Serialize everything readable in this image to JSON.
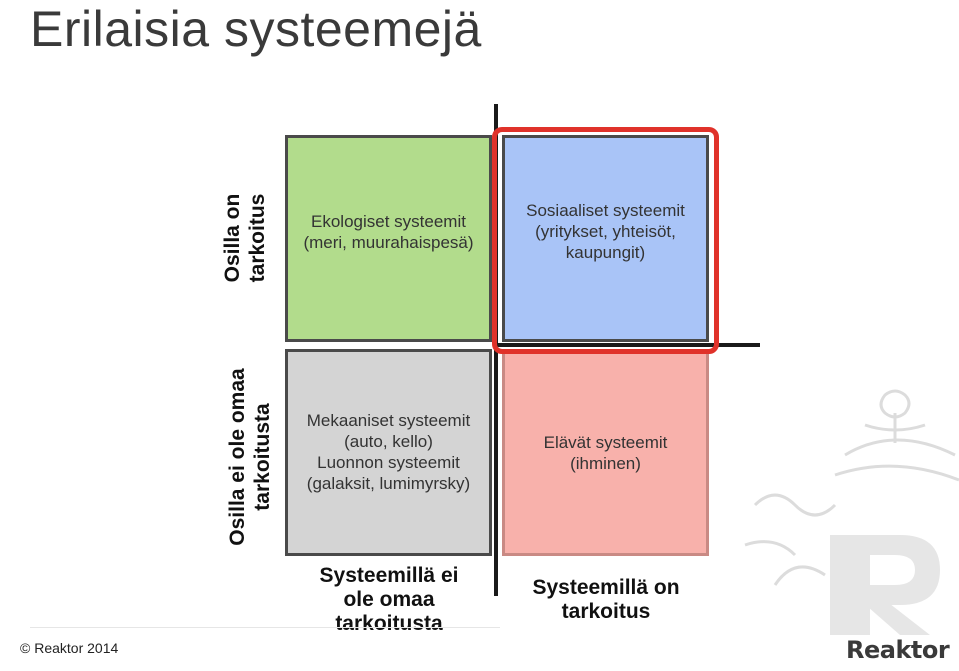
{
  "title": "Erilaisia systeemejä",
  "rows": {
    "top": "Osilla on\ntarkoitus",
    "bottom": "Osilla ei ole omaa\ntarkoitusta"
  },
  "columns": {
    "left": "Systeemillä ei\nole omaa\ntarkoitusta",
    "right": "Systeemillä on\ntarkoitus"
  },
  "quadrants": {
    "top_left": {
      "text": "Ekologiset systeemit\n(meri, muurahaispesä)",
      "color": "#b2dc8c"
    },
    "top_right": {
      "text": "Sosiaaliset systeemit\n(yritykset, yhteisöt,\nkaupungit)",
      "color": "#a9c4f7"
    },
    "bottom_left": {
      "text": "Mekaaniset systeemit\n(auto, kello)\nLuonnon systeemit\n(galaksit, lumimyrsky)",
      "color": "#d4d4d4"
    },
    "bottom_right": {
      "text": "Elävät systeemit\n(ihminen)",
      "color": "#f8b1ab"
    }
  },
  "highlight_color": "#e0322a",
  "footer": {
    "copyright": "© Reaktor 2014",
    "logo": "Reaktor",
    "watermark_icon": "reaktor-crest-icon"
  }
}
